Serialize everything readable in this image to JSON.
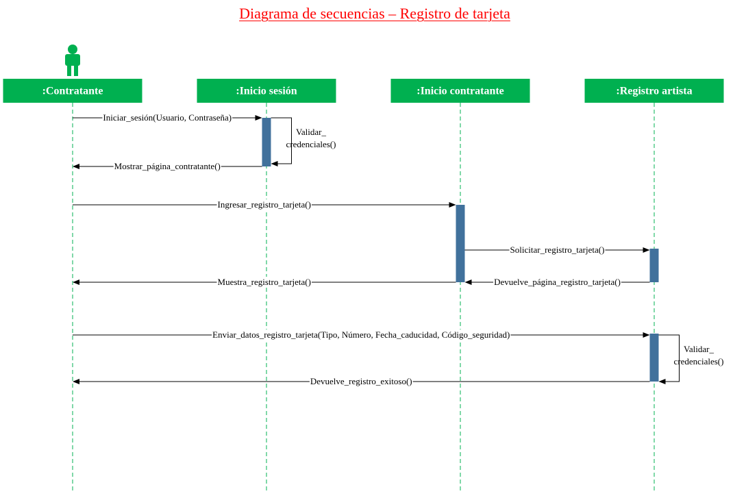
{
  "title": "Diagrama de secuencias – Registro de tarjeta",
  "colors": {
    "title": "#ff0000",
    "participant_box": "#00b050",
    "participant_text": "#ffffff",
    "lifeline": "#00b050",
    "activation": "#41719c",
    "actor": "#00b050",
    "message": "#000000"
  },
  "actor_icon": "person-icon",
  "participants": [
    {
      "id": "contratante",
      "label": ":Contratante",
      "actor": true
    },
    {
      "id": "inicio_sesion",
      "label": ":Inicio sesión"
    },
    {
      "id": "inicio_contratante",
      "label": ":Inicio contratante"
    },
    {
      "id": "registro_artista",
      "label": ":Registro artista"
    }
  ],
  "messages": [
    {
      "from": "contratante",
      "to": "inicio_sesion",
      "label": "Iniciar_sesión(Usuario, Contraseña)",
      "kind": "call"
    },
    {
      "from": "inicio_sesion",
      "to": "inicio_sesion",
      "label_lines": [
        "Validar_",
        "credenciales()"
      ],
      "kind": "self"
    },
    {
      "from": "inicio_sesion",
      "to": "contratante",
      "label": "Mostrar_página_contratante()",
      "kind": "return"
    },
    {
      "from": "contratante",
      "to": "inicio_contratante",
      "label": "Ingresar_registro_tarjeta()",
      "kind": "call"
    },
    {
      "from": "inicio_contratante",
      "to": "registro_artista",
      "label": "Solicitar_registro_tarjeta()",
      "kind": "call"
    },
    {
      "from": "registro_artista",
      "to": "inicio_contratante",
      "label": "Devuelve_página_registro_tarjeta()",
      "kind": "return"
    },
    {
      "from": "inicio_contratante",
      "to": "contratante",
      "label": "Muestra_registro_tarjeta()",
      "kind": "return"
    },
    {
      "from": "contratante",
      "to": "registro_artista",
      "label": "Enviar_datos_registro_tarjeta(Tipo, Número, Fecha_caducidad, Código_seguridad)",
      "kind": "call"
    },
    {
      "from": "registro_artista",
      "to": "registro_artista",
      "label_lines": [
        "Validar_",
        "credenciales()"
      ],
      "kind": "self"
    },
    {
      "from": "registro_artista",
      "to": "contratante",
      "label": "Devuelve_registro_exitoso()",
      "kind": "return"
    }
  ]
}
